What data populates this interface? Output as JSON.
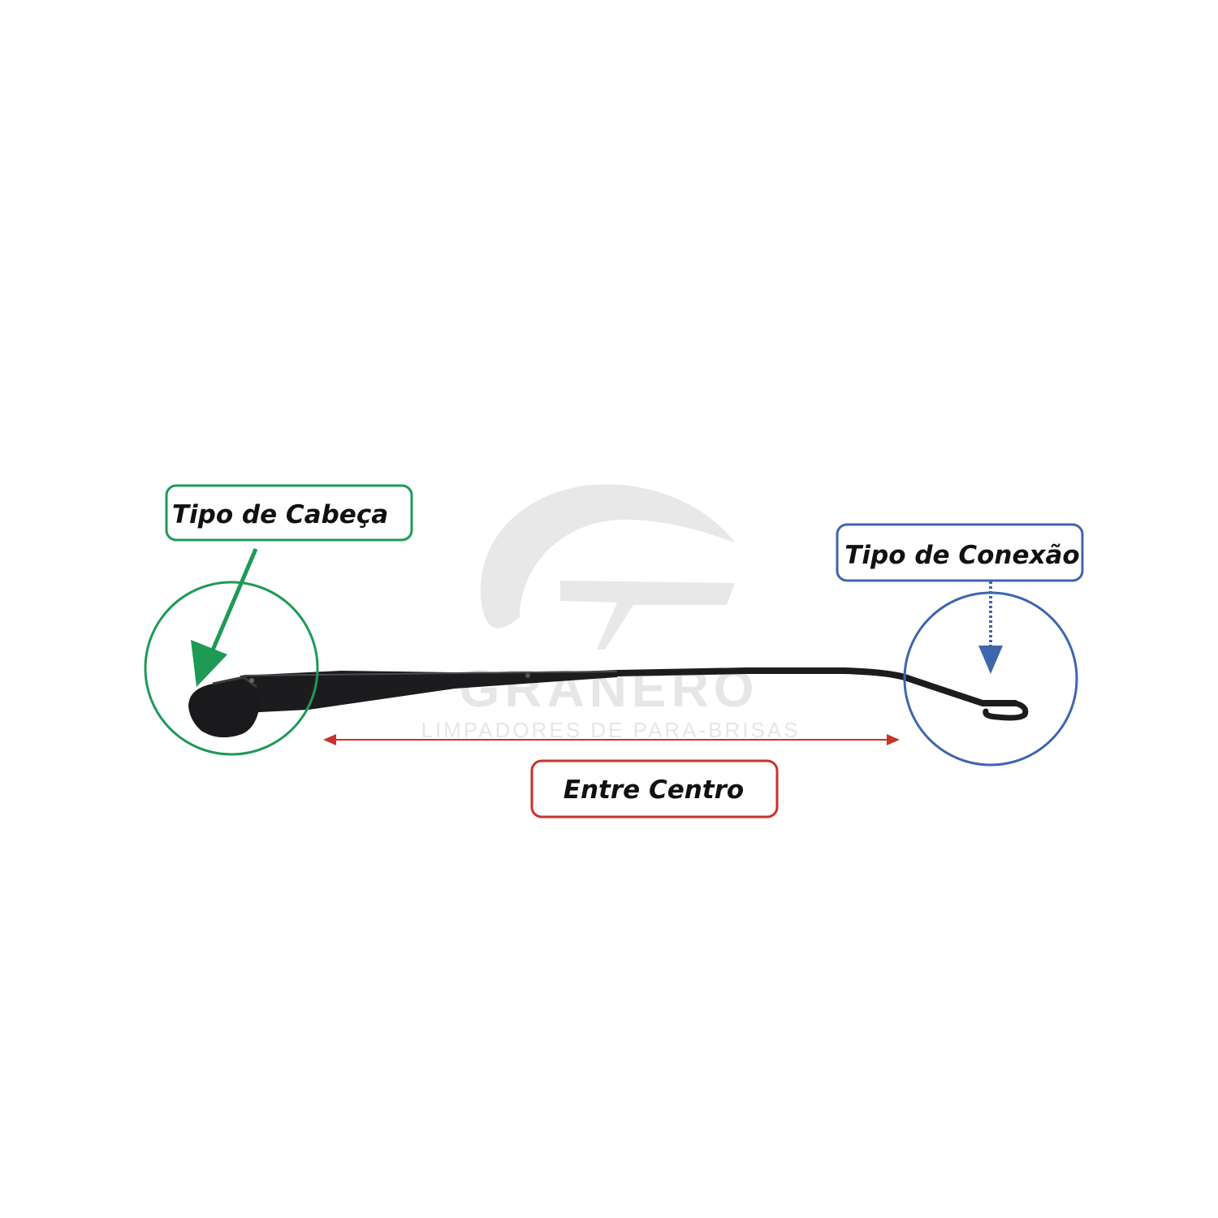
{
  "colors": {
    "head": "#1e9a55",
    "connection": "#3f66ad",
    "center": "#c8332b",
    "watermark": "#e6e6e6",
    "arm": "#1c1c1e"
  },
  "watermark": {
    "brand": "GRANERO",
    "tagline": "LIMPADORES DE PARA-BRISAS"
  },
  "labels": {
    "head_type": "Tipo de Cabeça",
    "connection_type": "Tipo de Conexão",
    "center_distance": "Entre Centro"
  }
}
